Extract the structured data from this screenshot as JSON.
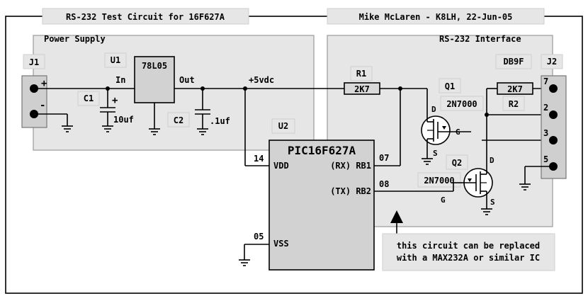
{
  "title_left": "RS-232 Test Circuit for 16F627A",
  "title_right": "Mike McLaren - K8LH, 22-Jun-05",
  "sections": {
    "power_supply": "Power Supply",
    "rs232_interface": "RS-232 Interface"
  },
  "j1": {
    "ref": "J1",
    "plus": "+",
    "minus": "-"
  },
  "u1": {
    "ref": "U1",
    "part": "78L05",
    "in": "In",
    "out": "Out"
  },
  "c1": {
    "ref": "C1",
    "value": "10uf",
    "plus": "+"
  },
  "c2": {
    "ref": "C2",
    "value": ".1uf"
  },
  "rail": "+5vdc",
  "u2": {
    "ref": "U2",
    "part": "PIC16F627A",
    "pin_vdd": "VDD",
    "pin_vss": "VSS",
    "pin_rb1": "(RX) RB1",
    "pin_rb2": "(TX) RB2",
    "num_vdd": "14",
    "num_vss": "05",
    "num_rb1": "07",
    "num_rb2": "08"
  },
  "r1": {
    "ref": "R1",
    "value": "2K7"
  },
  "r2": {
    "ref": "R2",
    "value": "2K7"
  },
  "q1": {
    "ref": "Q1",
    "part": "2N7000",
    "d": "D",
    "g": "G",
    "s": "S"
  },
  "q2": {
    "ref": "Q2",
    "part": "2N7000",
    "d": "D",
    "g": "G",
    "s": "S"
  },
  "j2": {
    "ref": "J2",
    "type": "DB9F",
    "pins": [
      "7",
      "2",
      "3",
      "5"
    ]
  },
  "note": {
    "line1": "this circuit can be replaced",
    "line2": "with a MAX232A or similar IC"
  }
}
